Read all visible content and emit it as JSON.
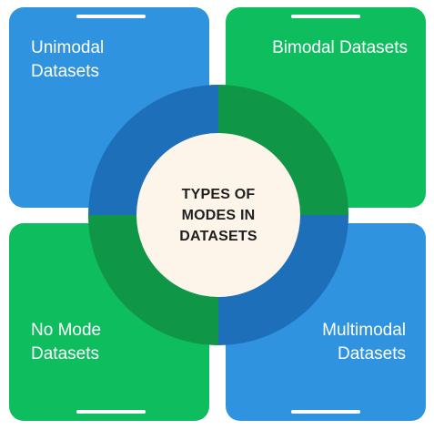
{
  "center": {
    "title": "TYPES OF\nMODES IN\nDATASETS",
    "color": "#fdf5ea"
  },
  "quadrants": [
    {
      "label": "Unimodal\nDatasets",
      "color": "#2f93e0",
      "ring_color": "#1e6fb9"
    },
    {
      "label": "Bimodal Datasets",
      "color": "#0ebd5e",
      "ring_color": "#0f9646"
    },
    {
      "label": "No Mode\nDatasets",
      "color": "#0ebd5e",
      "ring_color": "#0f9646"
    },
    {
      "label": "Multimodal\nDatasets",
      "color": "#2f93e0",
      "ring_color": "#1e6fb9"
    }
  ]
}
